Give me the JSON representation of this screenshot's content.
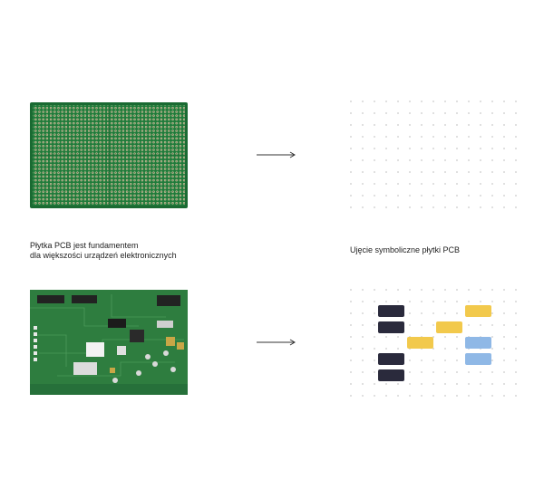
{
  "captions": {
    "left": {
      "line1": "Płytka PCB jest fundamentem",
      "line2": "dla większości urządzeń elektronicznych"
    },
    "right": "Ujęcie symboliczne płytki PCB"
  },
  "colors": {
    "pcb_green": "#1f7a3a",
    "pcb_dark": "#1d5a2c",
    "dot": "#c9c9c9",
    "block_dark": "#2a2a3c",
    "block_yellow": "#f2c94c",
    "block_blue": "#8fb8e6",
    "arrow": "#333333"
  },
  "icons": {
    "arrow_top": "right-arrow-icon",
    "arrow_bottom": "right-arrow-icon"
  }
}
